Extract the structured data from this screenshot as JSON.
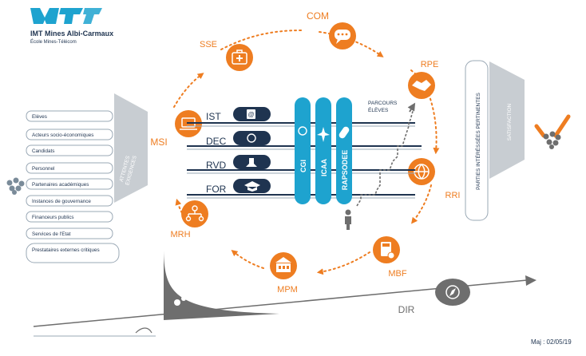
{
  "brand": {
    "name": "IMT Mines Albi-Carmaux",
    "subtitle": "École Mines-Télécom"
  },
  "colors": {
    "orange": "#EE7D21",
    "navy": "#1F3450",
    "cyan": "#1EA3CF",
    "gray": "#6E6E6E",
    "light_gray": "#C8CDD2",
    "blue_gray": "#9AA8B5"
  },
  "stakeholders": [
    "Elèves",
    "Acteurs socio-économiques",
    "Candidats",
    "Personnel",
    "Partenaires académiques",
    "Instances de gouvernance",
    "Financeurs publics",
    "Services de l'Etat",
    "Prestataires externes critiques"
  ],
  "left_arrow_label": [
    "ATTENTES",
    "EXIGENCES"
  ],
  "right_arrow_label": "SATISFACTION",
  "right_box_label": [
    "PARTIES INTÉRÉSSÉES PERTINENTES"
  ],
  "processes": {
    "com": "COM",
    "rpe": "RPE",
    "rri": "RRI",
    "mbf": "MBF",
    "mpm": "MPM",
    "mrh": "MRH",
    "msi": "MSI",
    "sse": "SSE",
    "dir": "DIR"
  },
  "core_processes": [
    "IST",
    "DEC",
    "RVD",
    "FOR"
  ],
  "programs": [
    "CGI",
    "ICAA",
    "RAPSODEE"
  ],
  "parcours_label": [
    "PARCOURS",
    "ÉLÈVES"
  ],
  "update_label": "Maj : 02/05/19"
}
